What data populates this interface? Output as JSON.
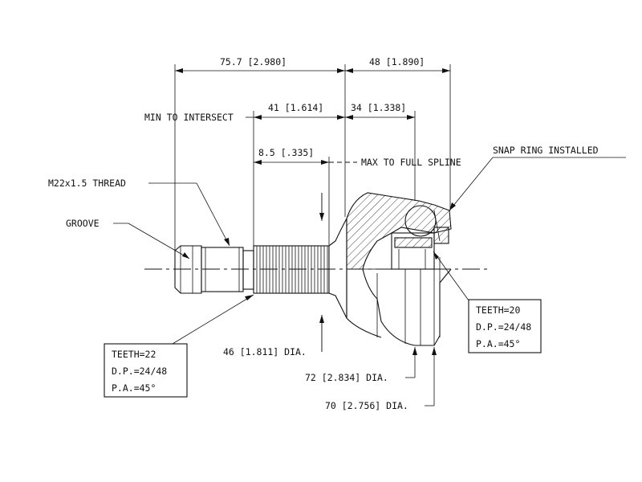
{
  "dimensions": {
    "overall_length": "75.7 [2.980]",
    "bell_length": "48 [1.890]",
    "min_to_intersect_label": "MIN TO INTERSECT",
    "shaft_length": "41 [1.614]",
    "bell_depth": "34 [1.338]",
    "spline_offset": "8.5 [.335]",
    "max_to_full_spline_label": "MAX TO FULL SPLINE",
    "shaft_dia": "46 [1.811] DIA.",
    "outer_dia": "72 [2.834] DIA.",
    "seal_dia": "70 [2.756] DIA."
  },
  "callouts": {
    "thread": "M22x1.5 THREAD",
    "groove": "GROOVE",
    "snap_ring": "SNAP RING INSTALLED"
  },
  "spec_left": {
    "teeth": "TEETH=22",
    "dp": "D.P.=24/48",
    "pa": "P.A.=45°"
  },
  "spec_right": {
    "teeth": "TEETH=20",
    "dp": "D.P.=24/48",
    "pa": "P.A.=45°"
  }
}
